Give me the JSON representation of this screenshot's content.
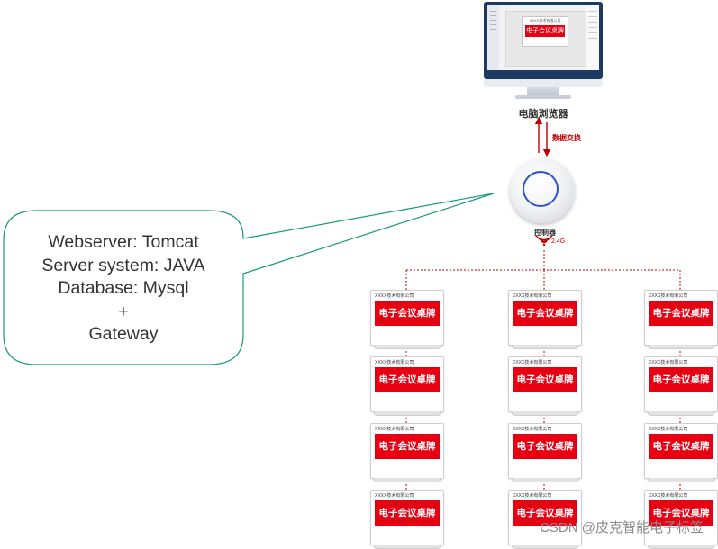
{
  "bubble": {
    "lines": [
      "Webserver: Tomcat",
      "Server system: JAVA",
      "Database: Mysql",
      "+",
      "Gateway"
    ]
  },
  "monitor": {
    "screen_company": "XXXX技术有限公司",
    "screen_title": "电子会议桌牌",
    "label": "电脑浏览器"
  },
  "link": {
    "label": "数据交换"
  },
  "controller": {
    "label": "控制器",
    "signal_label": "2.4G"
  },
  "cards": {
    "company": "XXXX技术有限公司",
    "title": "电子会议桌牌",
    "columns": 3,
    "rows": 4
  },
  "watermark": "CSDN @皮克智能电子标签",
  "colors": {
    "bubble_border": "#1a9a7a",
    "connector": "#2fa98c",
    "arrow": "#c00000",
    "dotted_line": "#c00000",
    "card_title_bg": "#e60012",
    "monitor_frame": "#1d3a63",
    "controller_ring": "#2a55c9"
  }
}
